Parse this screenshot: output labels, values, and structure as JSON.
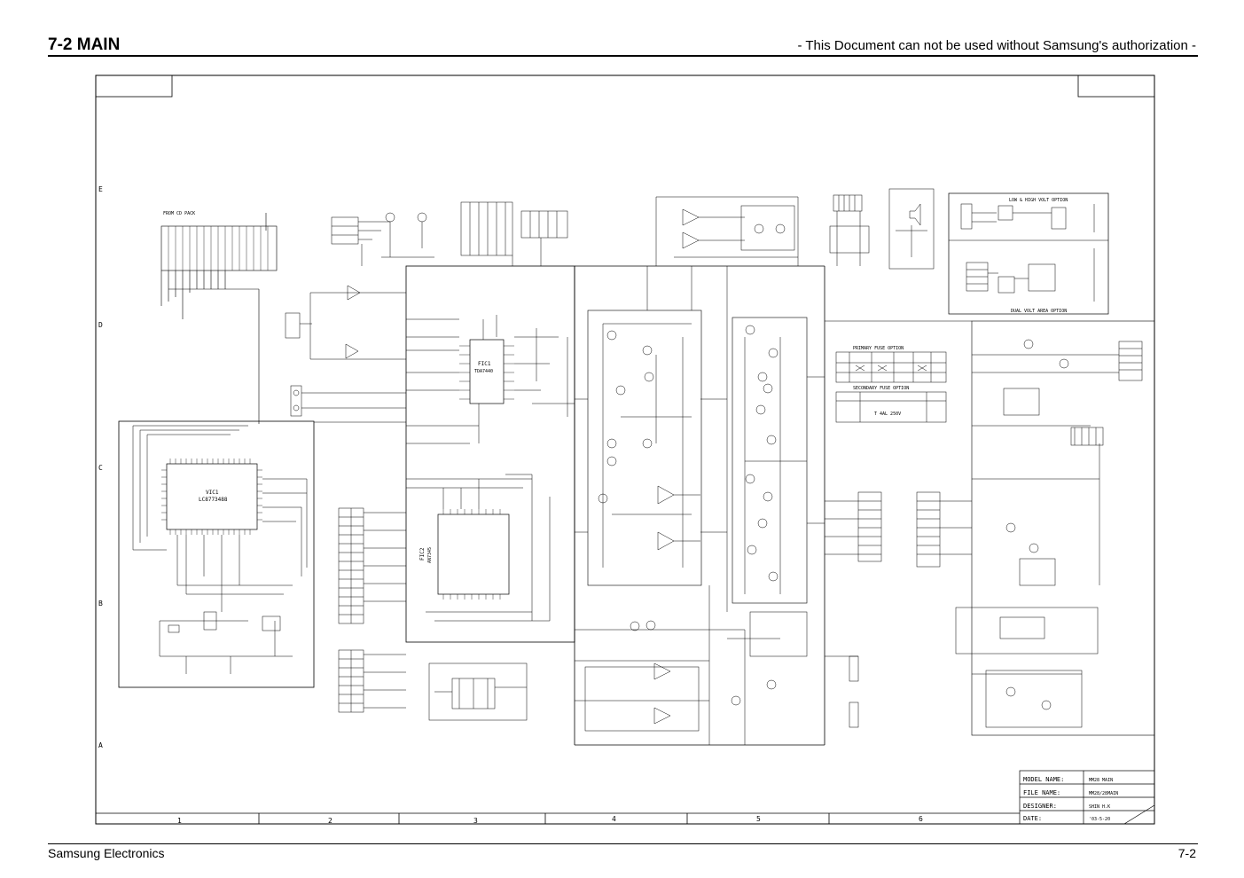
{
  "header": {
    "title": "7-2 MAIN",
    "note": "- This Document can not be used without Samsung's authorization -"
  },
  "footer": {
    "left": "Samsung Electronics",
    "right": "7-2"
  },
  "schematic": {
    "row_labels": [
      "E",
      "D",
      "C",
      "B",
      "A"
    ],
    "col_labels": [
      "1",
      "2",
      "3",
      "4",
      "5",
      "6"
    ],
    "ic_labels": {
      "ic1_name": "VIC1",
      "ic1_part": "LC8773488",
      "ic2_name": "FIC1",
      "ic2_part": "TDA7440",
      "ic3_name": "FIC2",
      "ic3_part": "AN7345"
    },
    "block_labels": {
      "from_cd_pack": "FROM CD PACK",
      "low_high_volt": "LOW & HIGH VOLT OPTION",
      "dual_volt": "DUAL VOLT AREA OPTION",
      "primary_fuse": "PRIMARY FUSE OPTION",
      "secondary_fuse": "SECONDARY FUSE OPTION",
      "fuse_value": "T 4AL 250V"
    },
    "title_block": {
      "model_label": "MODEL NAME:",
      "model_value": "MM28 MAIN",
      "file_label": "FILE NAME:",
      "file_value": "MM28/28MAIN",
      "designer_label": "DESIGNER:",
      "designer_value": "SHIN H.K",
      "date_label": "DATE:",
      "date_value": "'03-5-20"
    }
  }
}
